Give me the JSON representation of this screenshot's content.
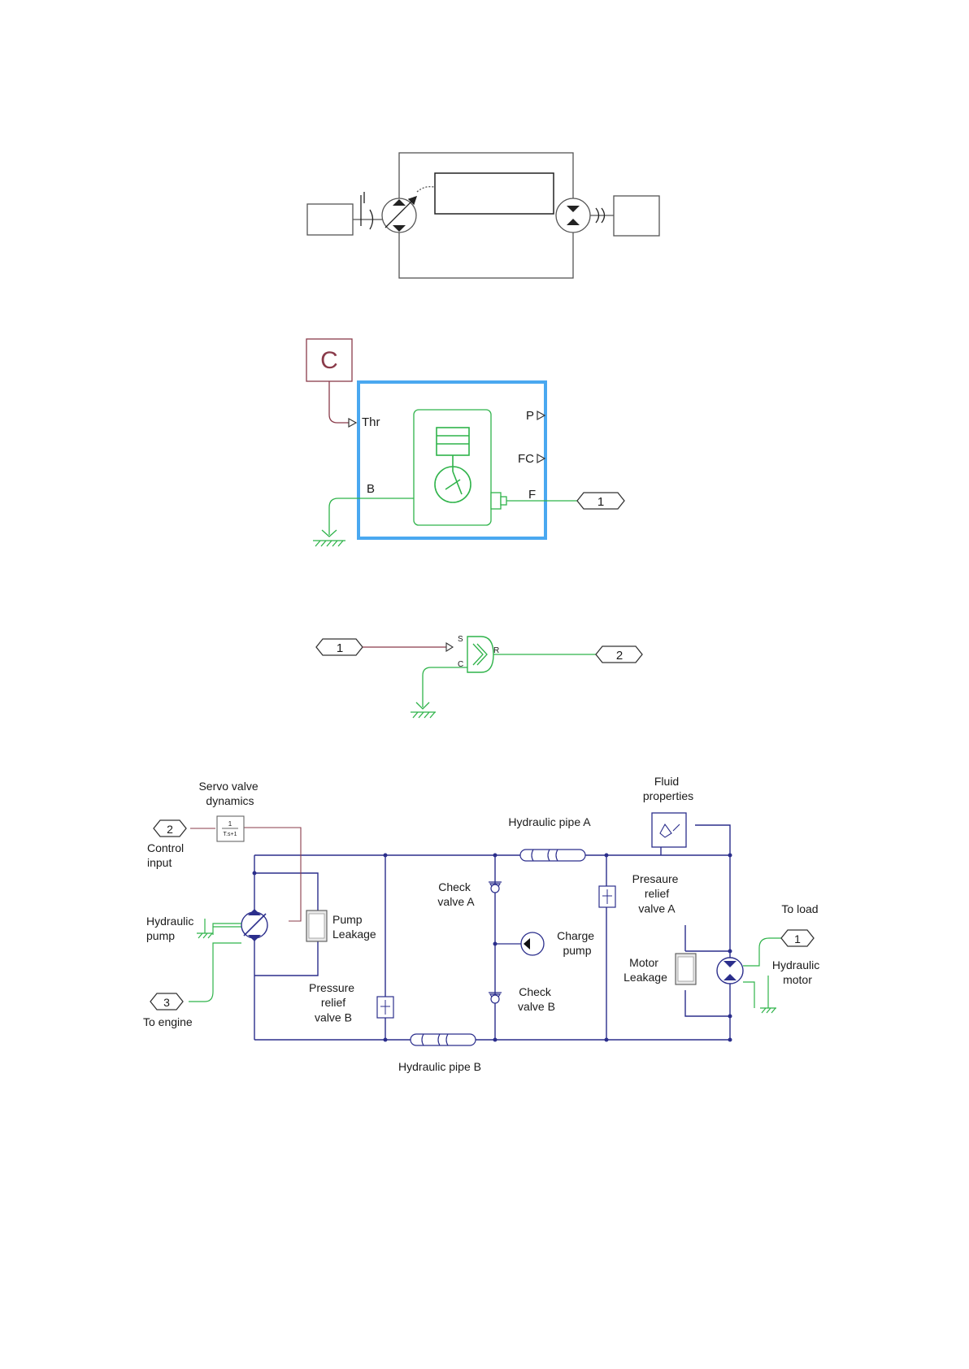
{
  "colors": {
    "line_gray": "#555555",
    "signal_maroon": "#8a3b4a",
    "mech_green": "#2fb34a",
    "hyd_blue": "#2b2e8c",
    "select_blue": "#4aa8f0",
    "block_blue": "#1f3f9e"
  },
  "engine": {
    "constant_label": "C",
    "port_thr": "Thr",
    "port_b": "B",
    "port_p": "P",
    "port_fc": "FC",
    "port_f": "F",
    "outport_1": "1"
  },
  "sensor": {
    "inport_1": "1",
    "outport_2": "2",
    "port_s": "S",
    "port_c": "C",
    "port_r": "R"
  },
  "hydraulic": {
    "servo_valve_label": "Servo valve\ndynamics",
    "control_input_port": "2",
    "control_input_label": "Control\ninput",
    "hydraulic_pump_label": "Hydraulic\npump",
    "to_engine_port": "3",
    "to_engine_label": "To engine",
    "pump_leakage_label": "Pump\nLeakage",
    "pressure_relief_b_label": "Pressure\nrelief\nvalve B",
    "hydraulic_pipe_a_label": "Hydraulic pipe A",
    "hydraulic_pipe_b_label": "Hydraulic pipe B",
    "check_valve_a_label": "Check\nvalve A",
    "check_valve_b_label": "Check\nvalve B",
    "charge_pump_label": "Charge\npump",
    "fluid_properties_label": "Fluid\nproperties",
    "pressure_relief_a_label": "Presaure\nrelief\nvalve A",
    "motor_leakage_label": "Motor\nLeakage",
    "to_load_label": "To load",
    "to_load_port": "1",
    "hydraulic_motor_label": "Hydraulic\nmotor"
  }
}
